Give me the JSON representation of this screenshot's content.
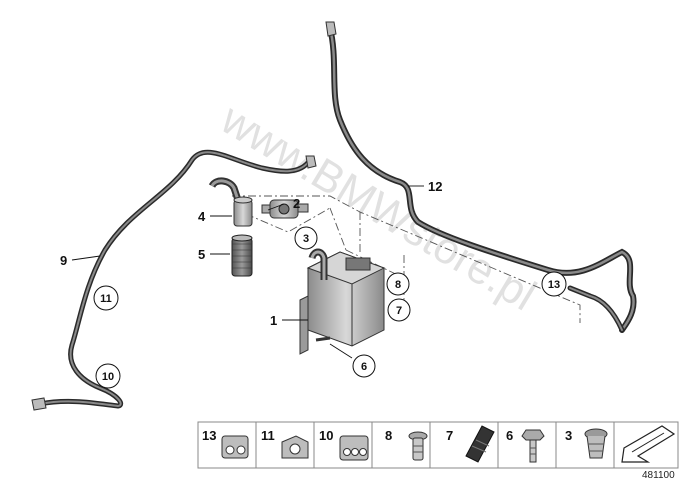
{
  "watermark": "www.BMWstore.pl",
  "document_number": "481100",
  "callouts": [
    {
      "id": "1",
      "circled": false
    },
    {
      "id": "2",
      "circled": false
    },
    {
      "id": "3",
      "circled": true
    },
    {
      "id": "4",
      "circled": false
    },
    {
      "id": "5",
      "circled": false
    },
    {
      "id": "6",
      "circled": true
    },
    {
      "id": "7",
      "circled": true
    },
    {
      "id": "8",
      "circled": true
    },
    {
      "id": "9",
      "circled": false
    },
    {
      "id": "10",
      "circled": true
    },
    {
      "id": "11",
      "circled": true
    },
    {
      "id": "12",
      "circled": false
    },
    {
      "id": "13",
      "circled": true
    }
  ],
  "legend": [
    {
      "number": "13",
      "icon": "hose-clip-double-icon"
    },
    {
      "number": "11",
      "icon": "hose-clip-single-icon"
    },
    {
      "number": "10",
      "icon": "hose-clip-triple-icon"
    },
    {
      "number": "8",
      "icon": "expanding-rivet-icon"
    },
    {
      "number": "7",
      "icon": "rubber-pad-icon"
    },
    {
      "number": "6",
      "icon": "hex-bolt-icon"
    },
    {
      "number": "3",
      "icon": "grommet-icon"
    }
  ],
  "colors": {
    "line": "#3a3a3a",
    "hose": "#555555",
    "part": "#9a9a9a",
    "legend_border": "#888888"
  }
}
